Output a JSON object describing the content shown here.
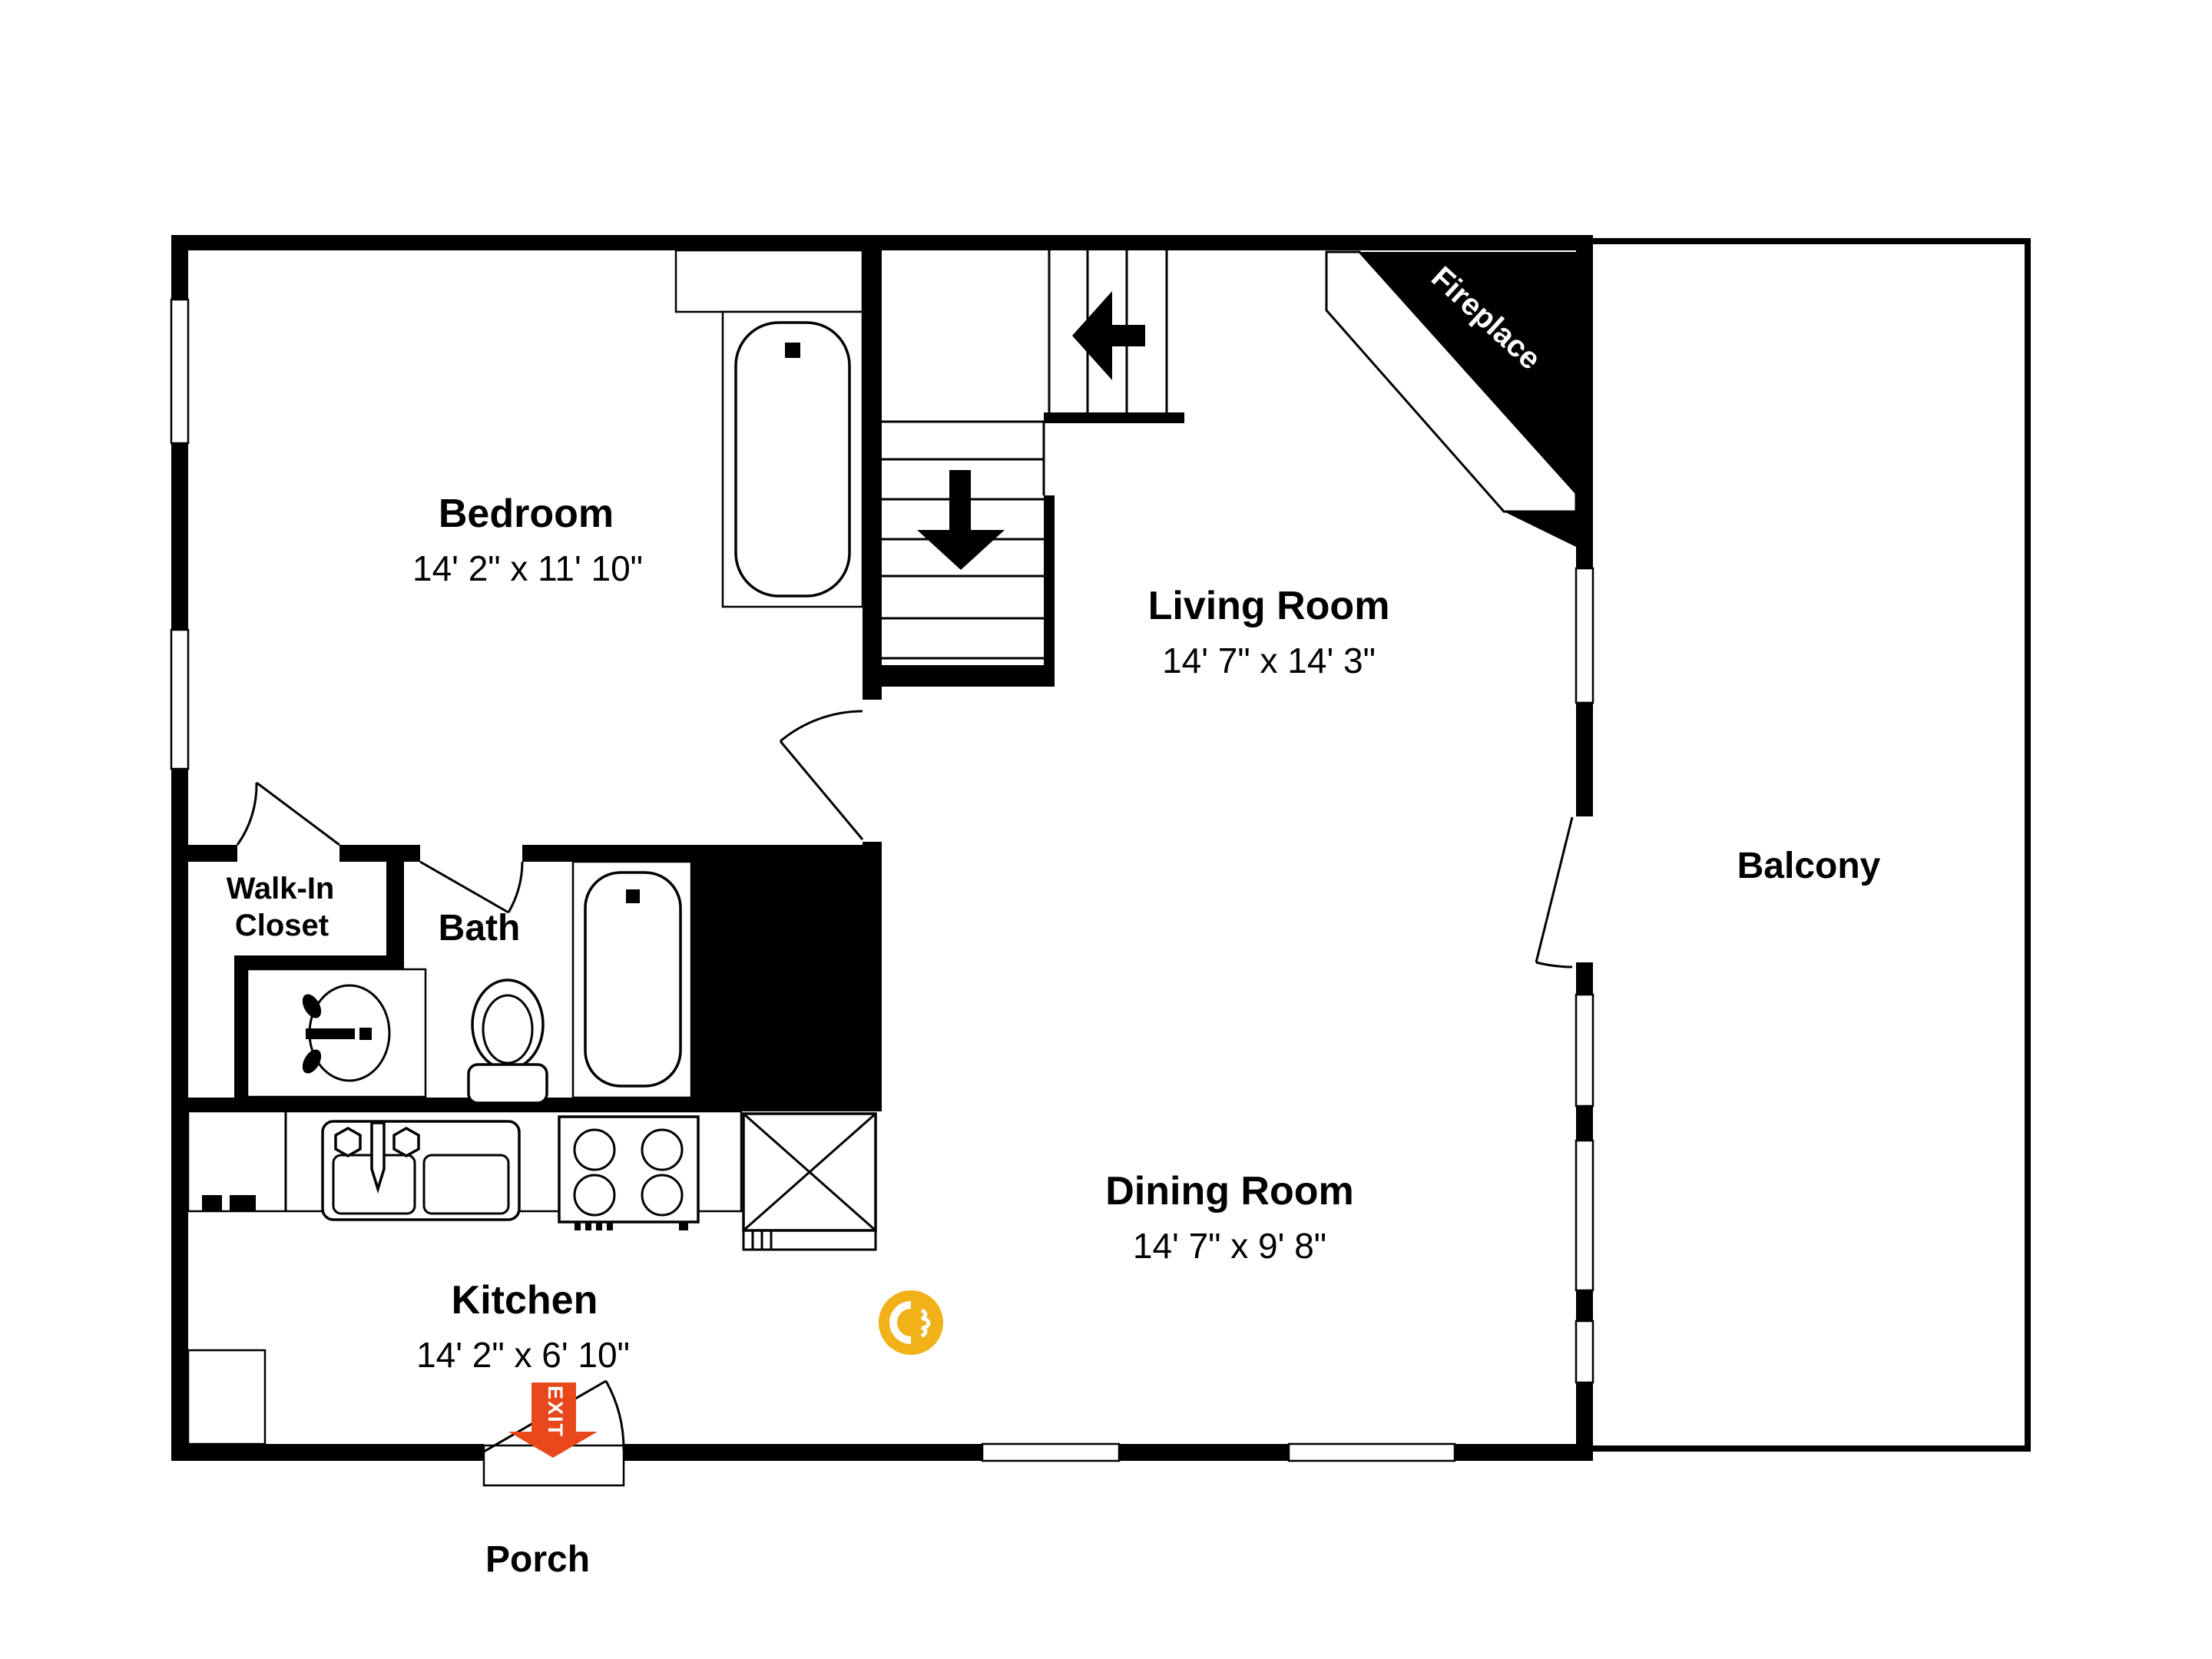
{
  "rooms": {
    "bedroom": {
      "name": "Bedroom",
      "dims": "14' 2\" x 11' 10\""
    },
    "living": {
      "name": "Living Room",
      "dims": "14' 7\" x 14' 3\""
    },
    "dining": {
      "name": "Dining Room",
      "dims": "14' 7\" x 9' 8\""
    },
    "kitchen": {
      "name": "Kitchen",
      "dims": "14' 2\" x 6' 10\""
    },
    "bath": {
      "name": "Bath"
    },
    "closet": {
      "line1": "Walk-In",
      "line2": "Closet"
    },
    "balcony": {
      "name": "Balcony"
    },
    "porch": {
      "name": "Porch"
    },
    "fireplace": {
      "name": "Fireplace"
    }
  },
  "exit": {
    "label": "EXIT"
  },
  "colors": {
    "background": "#FFFFFF",
    "wall": "#000000",
    "exit_arrow": "#E8481C",
    "photo_marker": "#F0B119"
  },
  "icons": {
    "stairs_up": "left-arrow",
    "stairs_down": "down-arrow",
    "photo_marker": "camera-viewpoint"
  }
}
